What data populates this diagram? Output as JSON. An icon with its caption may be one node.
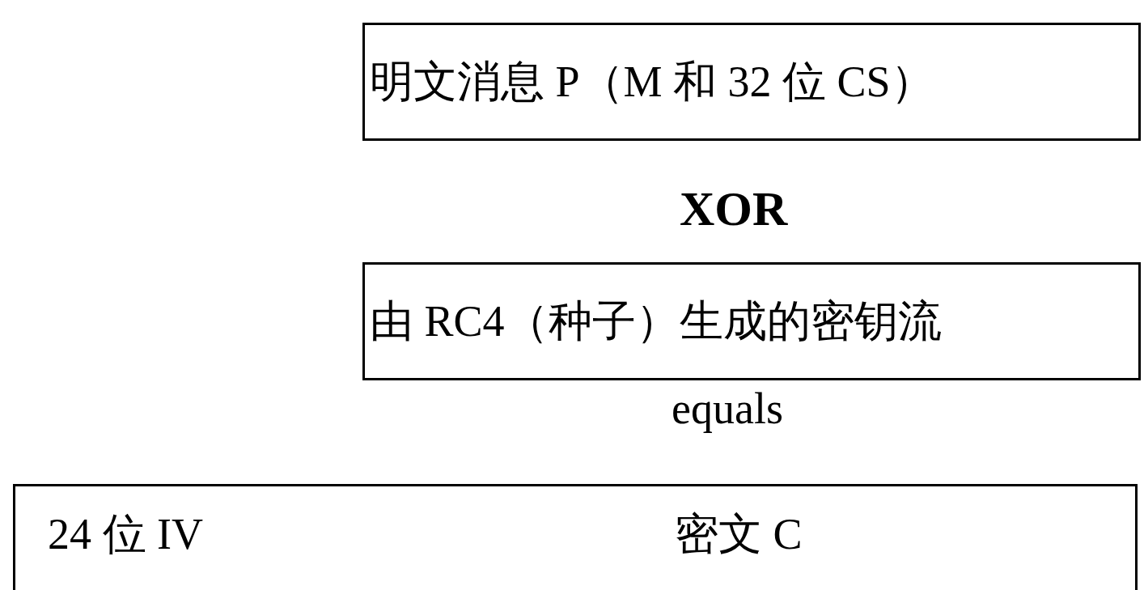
{
  "diagram": {
    "nodes": [
      {
        "text": [
          "明文消息 P（M 和 32 位 CS）"
        ]
      },
      {
        "text": [
          "由 RC4（种子）生成的密钥流"
        ]
      },
      {
        "text": [
          "24 位 IV",
          "密文 C"
        ]
      }
    ],
    "labels": [
      "XOR",
      "equals"
    ]
  }
}
